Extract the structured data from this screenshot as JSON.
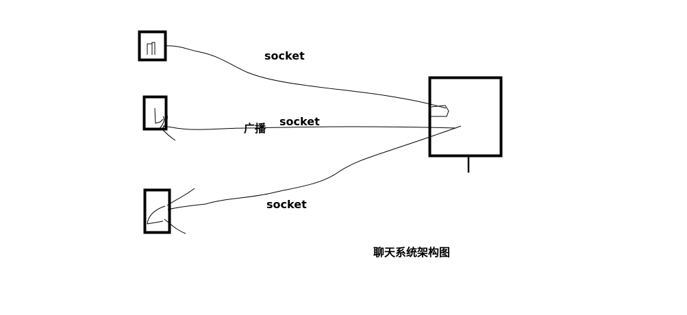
{
  "diagram": {
    "title": "聊天系统架构图",
    "connections": [
      {
        "label": "socket"
      },
      {
        "label": "socket",
        "extra_label": "广播"
      },
      {
        "label": "socket"
      }
    ]
  },
  "colors": {
    "ink": "#000000",
    "background": "#ffffff"
  }
}
